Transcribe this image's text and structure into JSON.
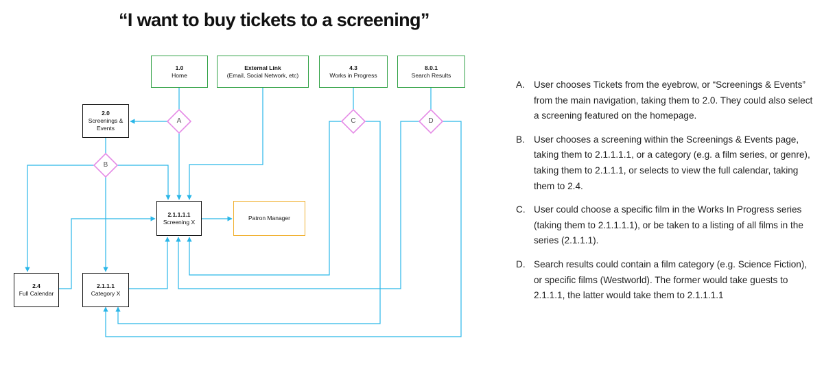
{
  "title": "“I want to buy tickets to a screening”",
  "nodes": {
    "home": {
      "id": "1.0",
      "label": "Home"
    },
    "external": {
      "id": "External Link",
      "label": "(Email, Social Network, etc)"
    },
    "wip": {
      "id": "4.3",
      "label": "Works in Progress"
    },
    "search": {
      "id": "8.0.1",
      "label": "Search Results"
    },
    "screenings": {
      "id": "2.0",
      "label": "Screenings & Events"
    },
    "screening_x": {
      "id": "2.1.1.1.1",
      "label": "Screening X"
    },
    "patron": {
      "label": "Patron Manager"
    },
    "calendar": {
      "id": "2.4",
      "label": "Full Calendar"
    },
    "category_x": {
      "id": "2.1.1.1",
      "label": "Category X"
    }
  },
  "decisions": {
    "a": "A",
    "b": "B",
    "c": "C",
    "d": "D"
  },
  "notes": [
    {
      "letter": "A.",
      "text": "User chooses Tickets from the eyebrow, or “Screenings & Events” from the main navigation, taking them to 2.0. They could also select a screening featured on the homepage."
    },
    {
      "letter": "B.",
      "text": "User chooses a screening within the Screenings & Events page, taking them to 2.1.1.1.1, or a category (e.g. a film series, or genre), taking them to 2.1.1.1, or selects to view the full calendar, taking them to 2.4."
    },
    {
      "letter": "C.",
      "text": "User could choose a specific film in the Works In Progress series (taking them to 2.1.1.1.1), or be taken to a listing of all films in the series (2.1.1.1)."
    },
    {
      "letter": "D.",
      "text": "Search results could contain a film category (e.g. Science Fiction), or specific films (Westworld). The former would take guests to 2.1.1.1, the latter would take them to 2.1.1.1.1"
    }
  ],
  "colors": {
    "connector": "#29b6e8",
    "decision": "#e58be6",
    "entry_border": "#2ea043",
    "page_border": "#111111",
    "external_border": "#f0b030"
  }
}
